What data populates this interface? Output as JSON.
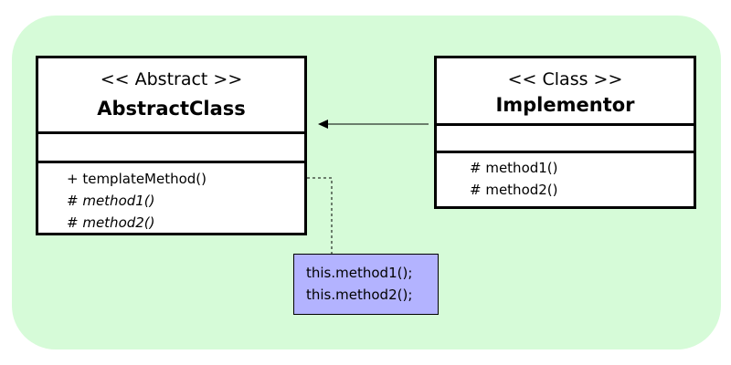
{
  "abstract_class": {
    "stereotype": "<< Abstract >>",
    "name": "AbstractClass",
    "operations": [
      {
        "text": "+ templateMethod()",
        "abstract": false
      },
      {
        "text": "# method1()",
        "abstract": true
      },
      {
        "text": "# method2()",
        "abstract": true
      }
    ]
  },
  "implementor": {
    "stereotype": "<< Class >>",
    "name": "Implementor",
    "operations": [
      {
        "text": "# method1()"
      },
      {
        "text": "# method2()"
      }
    ]
  },
  "note": {
    "lines": [
      "this.method1();",
      "this.method2();"
    ]
  },
  "colors": {
    "background_panel": "#d6fbd8",
    "note_fill": "#b3b3ff",
    "class_fill": "#ffffff",
    "stroke": "#000000"
  }
}
